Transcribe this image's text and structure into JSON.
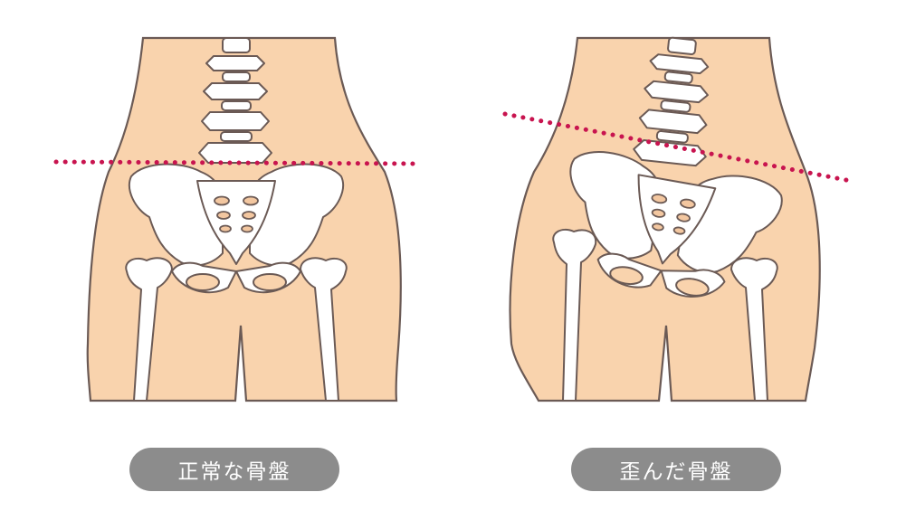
{
  "captions": {
    "normal": "正常な骨盤",
    "distorted": "歪んだ骨盤"
  },
  "colors": {
    "skin": "#f9d3ad",
    "outline": "#6b5a55",
    "guide_line": "#c8144f",
    "caption_bg": "#8c8c8c",
    "caption_text": "#ffffff"
  },
  "icons": [
    "normal-pelvis-illustration",
    "distorted-pelvis-illustration"
  ]
}
